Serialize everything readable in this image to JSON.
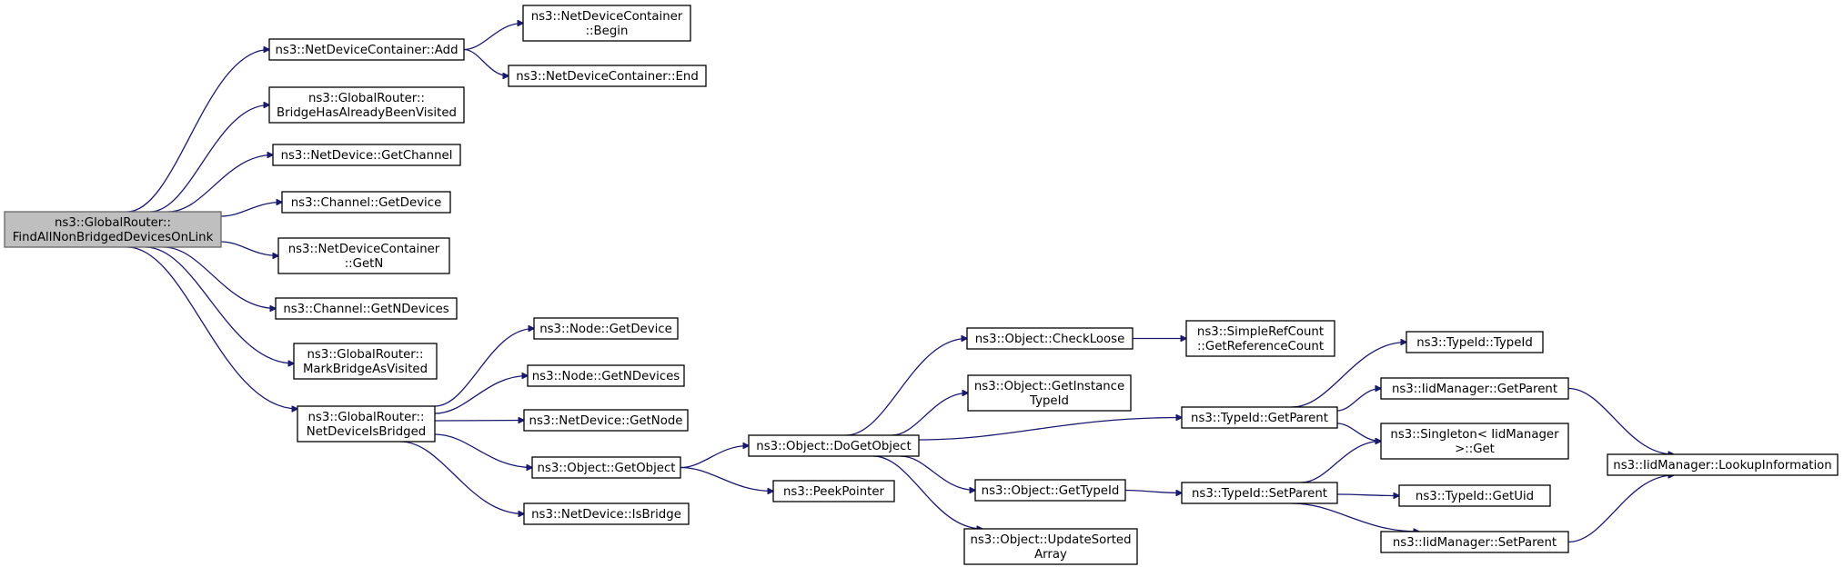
{
  "nodes": [
    {
      "id": "root",
      "lines": [
        "ns3::GlobalRouter::",
        "FindAllNonBridgedDevicesOnLink"
      ],
      "highlighted": true
    },
    {
      "id": "ndc_add",
      "lines": [
        "ns3::NetDeviceContainer::Add"
      ]
    },
    {
      "id": "ndc_begin",
      "lines": [
        "ns3::NetDeviceContainer",
        "::Begin"
      ]
    },
    {
      "id": "ndc_end",
      "lines": [
        "ns3::NetDeviceContainer::End"
      ]
    },
    {
      "id": "gr_bhabv",
      "lines": [
        "ns3::GlobalRouter::",
        "BridgeHasAlreadyBeenVisited"
      ]
    },
    {
      "id": "nd_getchannel",
      "lines": [
        "ns3::NetDevice::GetChannel"
      ]
    },
    {
      "id": "ch_getdevice",
      "lines": [
        "ns3::Channel::GetDevice"
      ]
    },
    {
      "id": "ndc_getn",
      "lines": [
        "ns3::NetDeviceContainer",
        "::GetN"
      ]
    },
    {
      "id": "ch_getndevices",
      "lines": [
        "ns3::Channel::GetNDevices"
      ]
    },
    {
      "id": "gr_mbav",
      "lines": [
        "ns3::GlobalRouter::",
        "MarkBridgeAsVisited"
      ]
    },
    {
      "id": "gr_ndib",
      "lines": [
        "ns3::GlobalRouter::",
        "NetDeviceIsBridged"
      ]
    },
    {
      "id": "node_getdevice",
      "lines": [
        "ns3::Node::GetDevice"
      ]
    },
    {
      "id": "node_getndevices",
      "lines": [
        "ns3::Node::GetNDevices"
      ]
    },
    {
      "id": "nd_getnode",
      "lines": [
        "ns3::NetDevice::GetNode"
      ]
    },
    {
      "id": "obj_getobject",
      "lines": [
        "ns3::Object::GetObject"
      ]
    },
    {
      "id": "nd_isbridge",
      "lines": [
        "ns3::NetDevice::IsBridge"
      ]
    },
    {
      "id": "obj_dogetobject",
      "lines": [
        "ns3::Object::DoGetObject"
      ]
    },
    {
      "id": "peekpointer",
      "lines": [
        "ns3::PeekPointer"
      ]
    },
    {
      "id": "obj_checkloose",
      "lines": [
        "ns3::Object::CheckLoose"
      ]
    },
    {
      "id": "obj_getinstancetypeid",
      "lines": [
        "ns3::Object::GetInstance",
        "TypeId"
      ]
    },
    {
      "id": "obj_gettypeid",
      "lines": [
        "ns3::Object::GetTypeId"
      ]
    },
    {
      "id": "obj_updatesortedarray",
      "lines": [
        "ns3::Object::UpdateSorted",
        "Array"
      ]
    },
    {
      "id": "src_getrefcount",
      "lines": [
        "ns3::SimpleRefCount",
        "::GetReferenceCount"
      ]
    },
    {
      "id": "tid_getparent",
      "lines": [
        "ns3::TypeId::GetParent"
      ]
    },
    {
      "id": "tid_setparent",
      "lines": [
        "ns3::TypeId::SetParent"
      ]
    },
    {
      "id": "tid_typeid",
      "lines": [
        "ns3::TypeId::TypeId"
      ]
    },
    {
      "id": "iid_getparent",
      "lines": [
        "ns3::IidManager::GetParent"
      ]
    },
    {
      "id": "singleton_get",
      "lines": [
        "ns3::Singleton< IidManager",
        " >::Get"
      ]
    },
    {
      "id": "tid_getuid",
      "lines": [
        "ns3::TypeId::GetUid"
      ]
    },
    {
      "id": "iid_setparent",
      "lines": [
        "ns3::IidManager::SetParent"
      ]
    },
    {
      "id": "iid_lookup",
      "lines": [
        "ns3::IidManager::LookupInformation"
      ]
    }
  ],
  "edges": [
    [
      "root",
      "ndc_add"
    ],
    [
      "root",
      "gr_bhabv"
    ],
    [
      "root",
      "nd_getchannel"
    ],
    [
      "root",
      "ch_getdevice"
    ],
    [
      "root",
      "ndc_getn"
    ],
    [
      "root",
      "ch_getndevices"
    ],
    [
      "root",
      "gr_mbav"
    ],
    [
      "root",
      "gr_ndib"
    ],
    [
      "ndc_add",
      "ndc_begin"
    ],
    [
      "ndc_add",
      "ndc_end"
    ],
    [
      "gr_ndib",
      "node_getdevice"
    ],
    [
      "gr_ndib",
      "node_getndevices"
    ],
    [
      "gr_ndib",
      "nd_getnode"
    ],
    [
      "gr_ndib",
      "obj_getobject"
    ],
    [
      "gr_ndib",
      "nd_isbridge"
    ],
    [
      "obj_getobject",
      "obj_dogetobject"
    ],
    [
      "obj_getobject",
      "peekpointer"
    ],
    [
      "obj_dogetobject",
      "obj_checkloose"
    ],
    [
      "obj_dogetobject",
      "obj_getinstancetypeid"
    ],
    [
      "obj_dogetobject",
      "tid_getparent"
    ],
    [
      "obj_dogetobject",
      "obj_gettypeid"
    ],
    [
      "obj_dogetobject",
      "obj_updatesortedarray"
    ],
    [
      "obj_checkloose",
      "src_getrefcount"
    ],
    [
      "obj_gettypeid",
      "tid_setparent"
    ],
    [
      "tid_getparent",
      "tid_typeid"
    ],
    [
      "tid_getparent",
      "iid_getparent"
    ],
    [
      "tid_getparent",
      "singleton_get"
    ],
    [
      "tid_setparent",
      "singleton_get"
    ],
    [
      "tid_setparent",
      "tid_getuid"
    ],
    [
      "tid_setparent",
      "iid_setparent"
    ],
    [
      "iid_getparent",
      "iid_lookup"
    ],
    [
      "iid_setparent",
      "iid_lookup"
    ]
  ],
  "colors": {
    "edge": "#191970",
    "root_fill": "#bfbfbf",
    "node_fill": "#ffffff"
  }
}
